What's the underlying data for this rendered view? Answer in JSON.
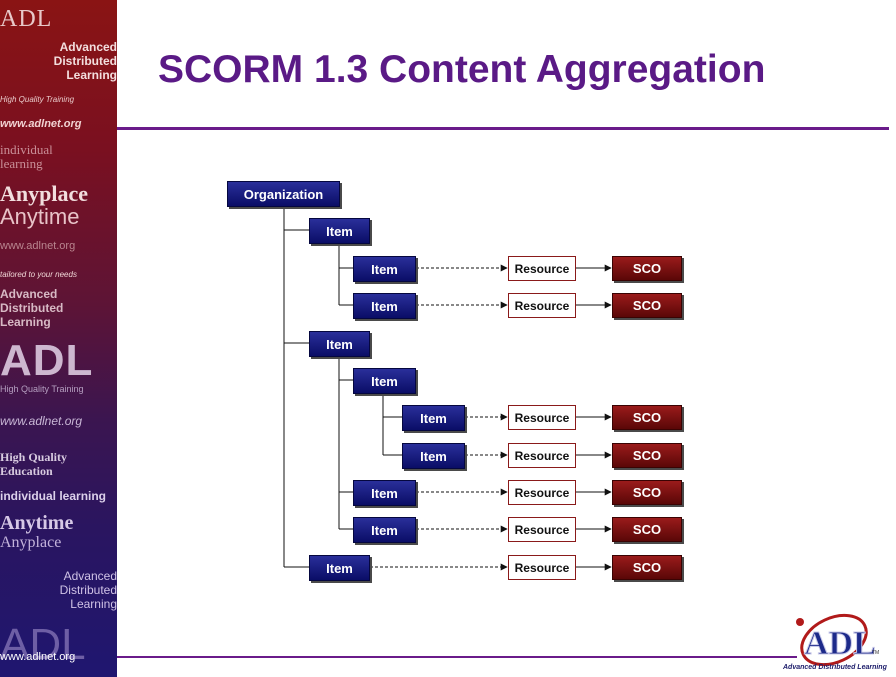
{
  "title": "SCORM 1.3 Content Aggregation",
  "sidebar": {
    "adl_top": "ADL",
    "adl_sub": [
      "Advanced",
      "Distributed",
      "Learning"
    ],
    "hq1": "High Quality Training",
    "url1": "www.adlnet.org",
    "indiv1": [
      "individual",
      "learning"
    ],
    "any1": "Anyplace",
    "any2": "Anytime",
    "url2": "www.adlnet.org",
    "tail": "tailored to your needs",
    "adl2": [
      "Advanced",
      "Distributed",
      "Learning"
    ],
    "adl_big": "ADL",
    "hq2": "High Quality Training",
    "url3": "www.adlnet.org",
    "hq3": [
      "High Quality",
      "Education"
    ],
    "indiv2": "individual learning",
    "any3": "Anytime",
    "any4": "Anyplace",
    "adl3": [
      "Advanced",
      "Distributed",
      "Learning"
    ],
    "adl_bot": "ADL",
    "url_bot": "www.adlnet.org"
  },
  "diagram": {
    "organization": "Organization",
    "item_label": "Item",
    "resource_label": "Resource",
    "sco_label": "SCO"
  },
  "logo": {
    "caption": "Advanced Distributed Learning",
    "tm": "TM"
  },
  "colors": {
    "title": "#5a1a86",
    "node_blue": "#0a0d66",
    "sco_red": "#7a0f0f",
    "rule_purple": "#6a1b8a"
  }
}
